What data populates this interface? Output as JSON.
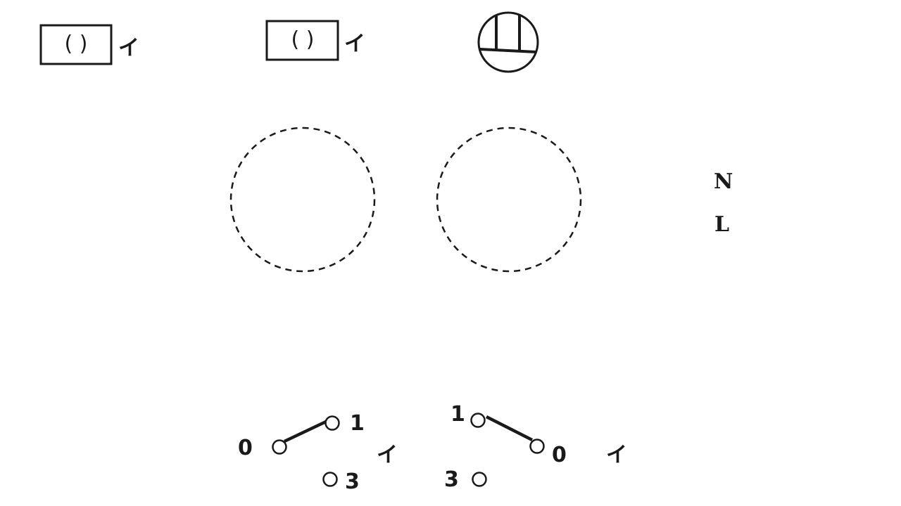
{
  "diagram": {
    "lamp1": {
      "box_text": "( )",
      "label": "イ"
    },
    "lamp2": {
      "box_text": "( )",
      "label": "イ"
    },
    "terminals": {
      "n": "N",
      "l": "L"
    },
    "switch_left": {
      "t0": "0",
      "t1": "1",
      "t3": "3",
      "label": "イ"
    },
    "switch_right": {
      "t0": "0",
      "t1": "1",
      "t3": "3",
      "label": "イ"
    }
  },
  "colors": {
    "stroke": "#1a1a1a",
    "background": "#ffffff"
  }
}
